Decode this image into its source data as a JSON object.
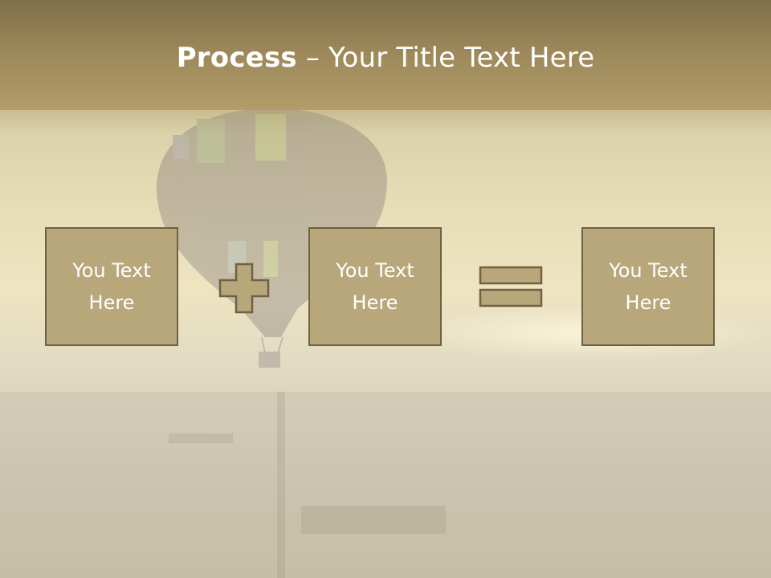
{
  "title": {
    "bold": "Process",
    "rest": " – Your Title Text Here"
  },
  "boxes": [
    {
      "label": "You Text Here"
    },
    {
      "label": "You Text Here"
    },
    {
      "label": "You Text Here"
    }
  ],
  "operators": [
    "plus-icon",
    "equals-icon"
  ],
  "colors": {
    "banner": "#9b8759",
    "box_fill": "#b8a77b",
    "box_border": "#6f6142",
    "text": "#ffffff"
  }
}
